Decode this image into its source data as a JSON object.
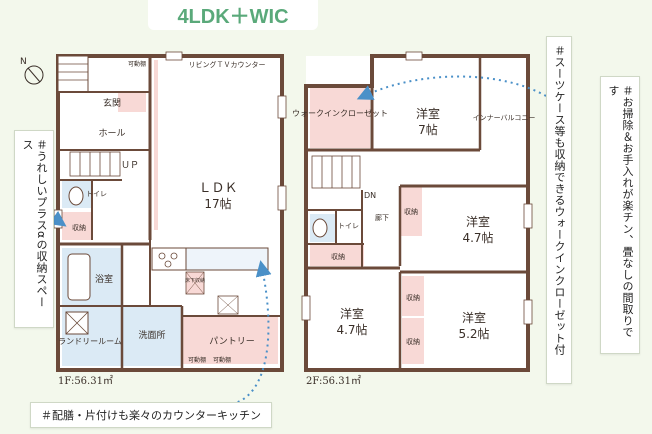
{
  "title": "4LDK＋WIC",
  "floor1": {
    "area": "1F:56.31㎡",
    "rooms": {
      "ldk": "ＬＤＫ",
      "ldk_size": "17帖",
      "genkan": "玄関",
      "hall": "ホール",
      "up": "ＵＰ",
      "toilet": "トイレ",
      "storage_left": "収納",
      "bath": "浴室",
      "laundry": "ランドリールーム",
      "washroom": "洗面所",
      "pantry": "パントリー",
      "movable_shelf": "可動棚",
      "tv_counter": "リビングＴＶカウンター",
      "underfloor": "床下収納"
    }
  },
  "floor2": {
    "area": "2F:56.31㎡",
    "rooms": {
      "wic": "ウォークインクローゼット",
      "room7": "洋室",
      "room7_size": "7帖",
      "inner_balcony": "インナーバルコニー",
      "dn": "DN",
      "corridor": "廊下",
      "toilet": "トイレ",
      "storage": "収納",
      "room47a": "洋室",
      "room47a_size": "4.7帖",
      "room47b": "洋室",
      "room47b_size": "4.7帖",
      "room52": "洋室",
      "room52_size": "5.2帖"
    }
  },
  "notes": {
    "storage_plus": "＃うれしいプラスαの収納スペース",
    "counter_kitchen": "＃配膳・片付けも楽々のカウンターキッチン",
    "wic_note": "＃スーツケース等も収納できるウォークインクローゼット付",
    "cleaning_note": "＃お掃除＆お手入れが楽チン、畳なしの間取りです"
  },
  "compass": "N",
  "colors": {
    "wall": "#6b4a3a",
    "accent_pink": "#f8d9d6",
    "accent_blue": "#dbeaf5",
    "title_green": "#5aa97a",
    "arrow_blue": "#4a90c8"
  }
}
